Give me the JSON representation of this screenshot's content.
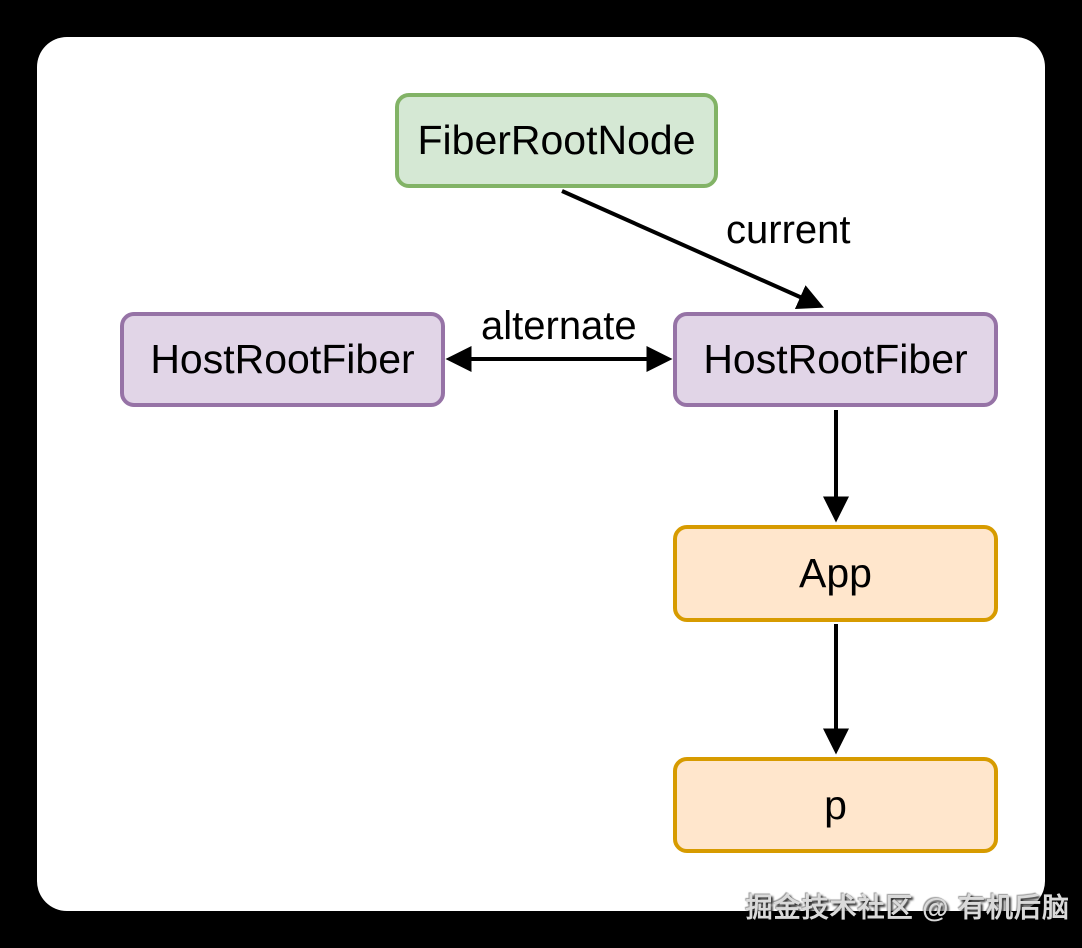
{
  "page": {
    "background_color": "#000000",
    "canvas_color": "#ffffff"
  },
  "nodes": {
    "fiber_root": {
      "label": "FiberRootNode",
      "fill": "#d5e8d4",
      "border": "#82b366"
    },
    "host_root_left": {
      "label": "HostRootFiber",
      "fill": "#e1d5e7",
      "border": "#9673a6"
    },
    "host_root_right": {
      "label": "HostRootFiber",
      "fill": "#e1d5e7",
      "border": "#9673a6"
    },
    "app": {
      "label": "App",
      "fill": "#ffe6cc",
      "border": "#d79b00"
    },
    "p": {
      "label": "p",
      "fill": "#ffe6cc",
      "border": "#d79b00"
    }
  },
  "edges": {
    "current": {
      "label": "current",
      "from": "fiber_root",
      "to": "host_root_right",
      "direction": "one-way",
      "color": "#000000"
    },
    "alternate": {
      "label": "alternate",
      "from": "host_root_left",
      "to": "host_root_right",
      "direction": "two-way",
      "color": "#000000"
    },
    "host_root_right_to_app": {
      "label": "",
      "from": "host_root_right",
      "to": "app",
      "direction": "one-way",
      "color": "#000000"
    },
    "app_to_p": {
      "label": "",
      "from": "app",
      "to": "p",
      "direction": "one-way",
      "color": "#000000"
    }
  },
  "watermark": {
    "text": "掘金技术社区 @ 有机后脑"
  }
}
